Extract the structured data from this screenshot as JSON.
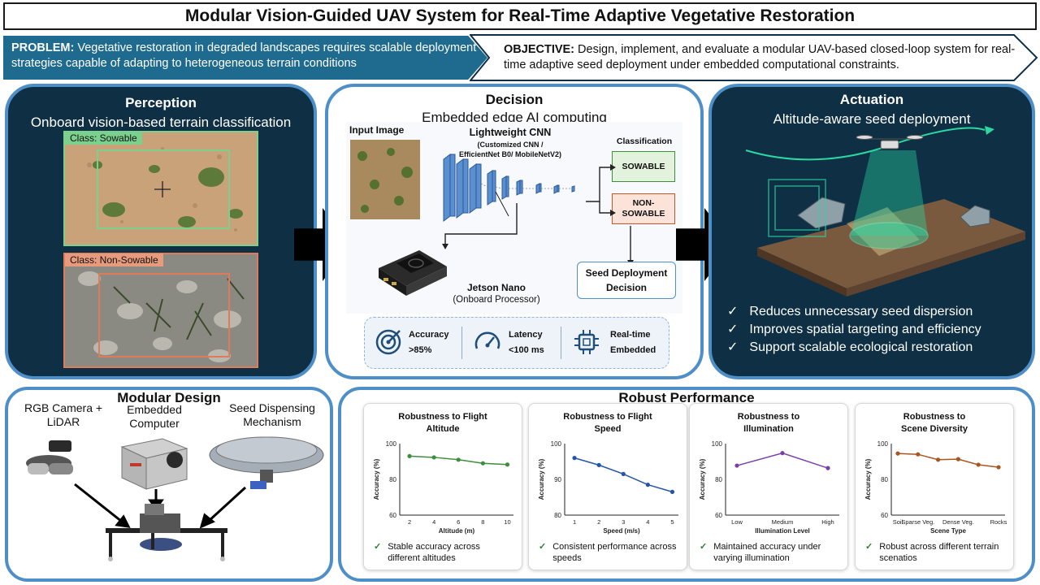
{
  "title": "Modular Vision-Guided UAV System for Real-Time Adaptive Vegetative Restoration",
  "problem": {
    "label": "PROBLEM:",
    "text": "Vegetative restoration in degraded landscapes requires scalable deployment strategies capable of adapting to heterogeneous terrain conditions"
  },
  "objective": {
    "label": "OBJECTIVE:",
    "text": "Design, implement, and evaluate a modular UAV-based closed-loop system for real-time adaptive seed deployment under embedded computational constraints."
  },
  "perception": {
    "title": "Perception",
    "subtitle": "Onboard vision-based terrain classification",
    "class_sowable": "Class: Sowable",
    "class_non_sowable": "Class: Non-Sowable"
  },
  "decision": {
    "title": "Decision",
    "subtitle": "Embedded edge AI computing",
    "input_image": "Input Image",
    "cnn_title": "Lightweight CNN",
    "cnn_sub": "(Customized CNN / EfficientNet B0/ MobileNetV2)",
    "classification": "Classification",
    "sowable": "SOWABLE",
    "non_sowable": "NON-SOWABLE",
    "jetson": "Jetson Nano",
    "jetson_sub": "(Onboard Processor)",
    "seed_decision": "Seed Deployment Decision",
    "stats": [
      {
        "label": "Accuracy",
        "value": ">85%"
      },
      {
        "label": "Latency",
        "value": "<100 ms"
      },
      {
        "label": "Real-time",
        "value": "Embedded"
      }
    ]
  },
  "actuation": {
    "title": "Actuation",
    "subtitle": "Altitude-aware seed deployment",
    "points": [
      "Reduces unnecessary seed dispersion",
      "Improves spatial targeting and efficiency",
      "Support scalable ecological restoration"
    ]
  },
  "modular": {
    "title": "Modular Design",
    "camera": "RGB Camera + LiDAR",
    "computer": "Embedded Computer",
    "dispenser": "Seed Dispensing Mechanism"
  },
  "robust": {
    "title": "Robust Performance",
    "ylabel": "Accuracy (%)"
  },
  "colors": {
    "panel_dark": "#0e2f44",
    "panel_border": "#4f8fc8",
    "problem_bg": "#1f6a8f",
    "altitude_line": "#3e8e3e",
    "speed_line": "#2456a8",
    "illumination_line": "#7b3fa8",
    "scene_line": "#a8561f"
  },
  "chart_data": [
    {
      "type": "line",
      "title": "Robustness to Flight Altitude",
      "xlabel": "Altitude (m)",
      "ylabel": "Accuracy (%)",
      "x": [
        2,
        4,
        6,
        8,
        10
      ],
      "y": [
        93,
        92.3,
        91,
        89,
        88.3
      ],
      "xlim": [
        1.2,
        10.5
      ],
      "ylim": [
        60,
        100
      ],
      "yticks": [
        60,
        80,
        100
      ],
      "grid": false,
      "note": "Stable accuracy across different altitudes"
    },
    {
      "type": "line",
      "title": "Robustness to Flight Speed",
      "xlabel": "Speed (m/s)",
      "ylabel": "Accuracy (%)",
      "x": [
        1,
        2,
        3,
        4,
        5
      ],
      "y": [
        96,
        94,
        91.5,
        88.5,
        86.5
      ],
      "xlim": [
        0.6,
        5.25
      ],
      "ylim": [
        80,
        100
      ],
      "yticks": [
        80,
        90,
        100
      ],
      "grid": false,
      "note": "Consistent performance across speeds"
    },
    {
      "type": "line",
      "title": "Robustness to Illumination",
      "xlabel": "Illumination Level",
      "ylabel": "Accuracy (%)",
      "categories": [
        "Low",
        "Medium",
        "High"
      ],
      "y": [
        87.7,
        94.7,
        86.3
      ],
      "ylim": [
        60,
        100
      ],
      "yticks": [
        60,
        80,
        100
      ],
      "grid": false,
      "note": "Maintained accuracy under varying illumination"
    },
    {
      "type": "line",
      "title": "Robustness to Scene Diversity",
      "xlabel": "Scene Type",
      "ylabel": "Accuracy (%)",
      "categories": [
        "Soil",
        "Sparse Veg.",
        "Dense Veg.",
        "Rocks"
      ],
      "x": [
        1,
        2,
        3,
        4,
        5,
        6
      ],
      "x_labeled": [
        1,
        2,
        4,
        6
      ],
      "y": [
        94.5,
        94,
        91,
        91.3,
        88.2,
        86.8
      ],
      "ylim": [
        60,
        100
      ],
      "yticks": [
        60,
        80,
        100
      ],
      "grid": false,
      "note": "Robust across different terrain scenatios"
    }
  ]
}
